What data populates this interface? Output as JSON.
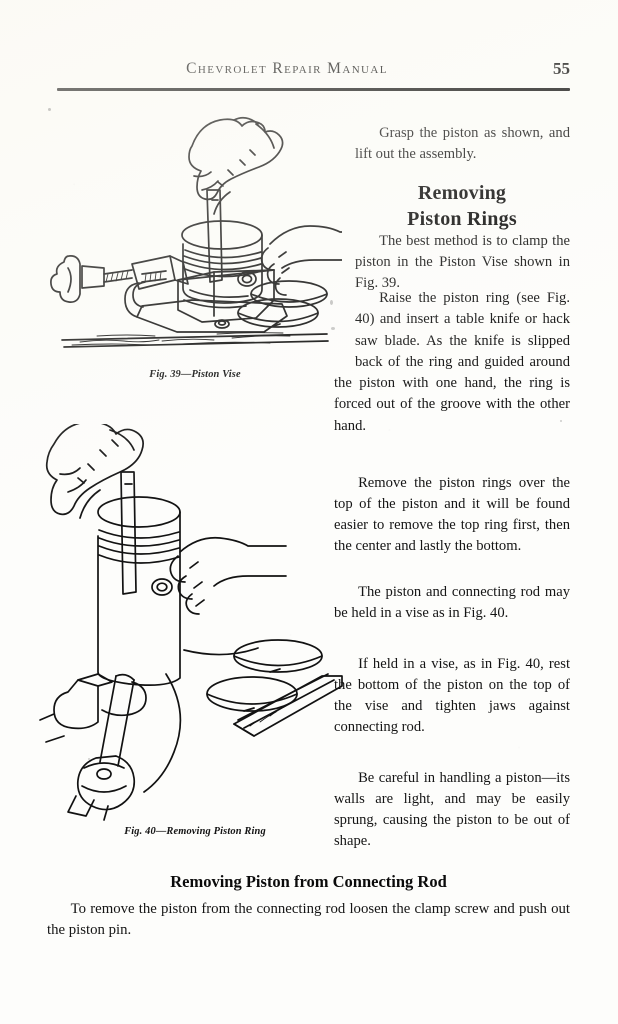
{
  "document": {
    "header_title": "Chevrolet Repair Manual",
    "page_number": "55"
  },
  "right_column": {
    "para_grasp": "Grasp the piston as shown, and lift out the assembly.",
    "heading_removing_rings_line1": "Removing",
    "heading_removing_rings_line2": "Piston Rings",
    "para_best_method": "The best method is to clamp the piston in the Piston Vise shown in Fig. 39.",
    "para_raise": "Raise the piston ring (see Fig. 40) and insert a table knife or hack saw blade. As the knife is slipped back of the ring and guided around the piston with one hand, the ring is forced out of the groove with the other hand.",
    "para_remove_rings": "Remove the piston rings over the top of the piston and it will be found easier to remove the top ring first, then the center and lastly the bottom.",
    "para_piston_rod": "The piston and connecting rod may be held in a vise as in Fig. 40.",
    "para_if_held": "If held in a vise, as in Fig. 40, rest the bottom of the piston on the top of the vise and tighten jaws against connecting rod.",
    "para_be_careful": "Be careful in handling a piston—its walls are light, and may be easily sprung, causing the piston to be out of shape."
  },
  "figures": {
    "fig39": {
      "caption": "Fig. 39—Piston Vise",
      "description": "Line drawing of a piston clamped upright in a bench-mounted piston vise, with two hands using a table knife blade to lift a piston ring; loose piston rings lie on the bench at right."
    },
    "fig40": {
      "caption": "Fig. 40—Removing Piston Ring",
      "description": "Line drawing of a piston held in a machinist vise with the connecting rod hanging down, two hands removing a piston ring with a knife blade; two loose piston rings and a board lie at right."
    }
  },
  "bottom_section": {
    "heading": "Removing Piston from Connecting Rod",
    "para_to_remove": "To remove the piston from the connecting rod loosen the clamp screw and push out the piston pin."
  }
}
